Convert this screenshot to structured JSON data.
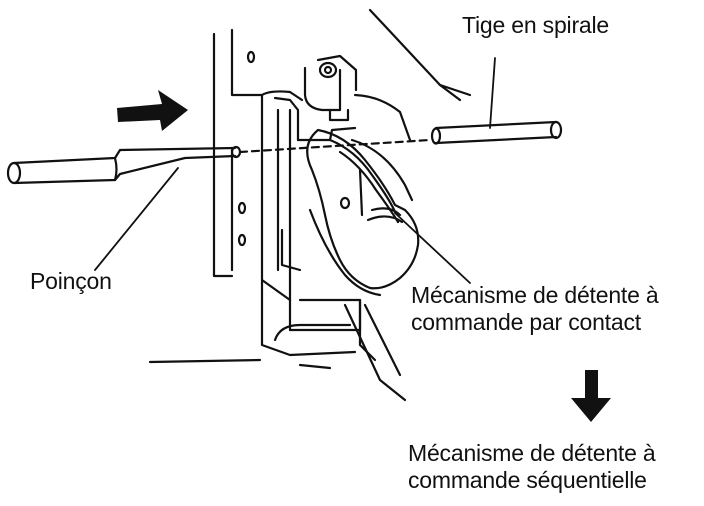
{
  "labels": {
    "spiral_rod": "Tige en spirale",
    "punch": "Poinçon",
    "contact_trigger_line1": "Mécanisme de détente à",
    "contact_trigger_line2": "commande par contact",
    "sequential_trigger_line1": "Mécanisme de détente à",
    "sequential_trigger_line2": "commande séquentielle"
  },
  "colors": {
    "ink": "#111111",
    "background": "#ffffff"
  },
  "icons": {
    "insert_arrow": "right-arrow-icon",
    "change_arrow": "down-arrow-icon"
  }
}
